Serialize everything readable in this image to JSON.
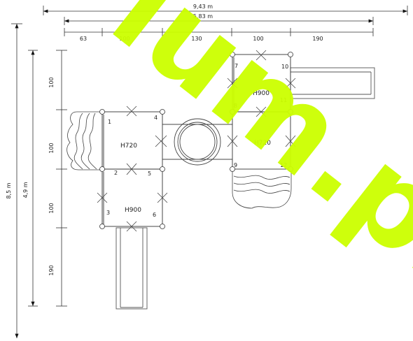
{
  "dimensions": {
    "overall_width": "9,43 m",
    "inner_width": "5,83 m",
    "overall_height": "8,5 m",
    "inner_height": "4,9 m",
    "h_segments": [
      "63",
      "100",
      "130",
      "100",
      "190"
    ],
    "v_segments": [
      "100",
      "100",
      "100",
      "190"
    ]
  },
  "platforms": {
    "left_upper": "H720",
    "left_lower": "H900",
    "right_upper": "H900",
    "right_lower": "H720"
  },
  "post_numbers": [
    "1",
    "2",
    "3",
    "4",
    "5",
    "6",
    "7",
    "8",
    "9",
    "10",
    "11",
    "12"
  ],
  "watermark": "lum.pl",
  "colors": {
    "line": "#333333",
    "watermark": "#ccff00",
    "background": "#ffffff"
  }
}
